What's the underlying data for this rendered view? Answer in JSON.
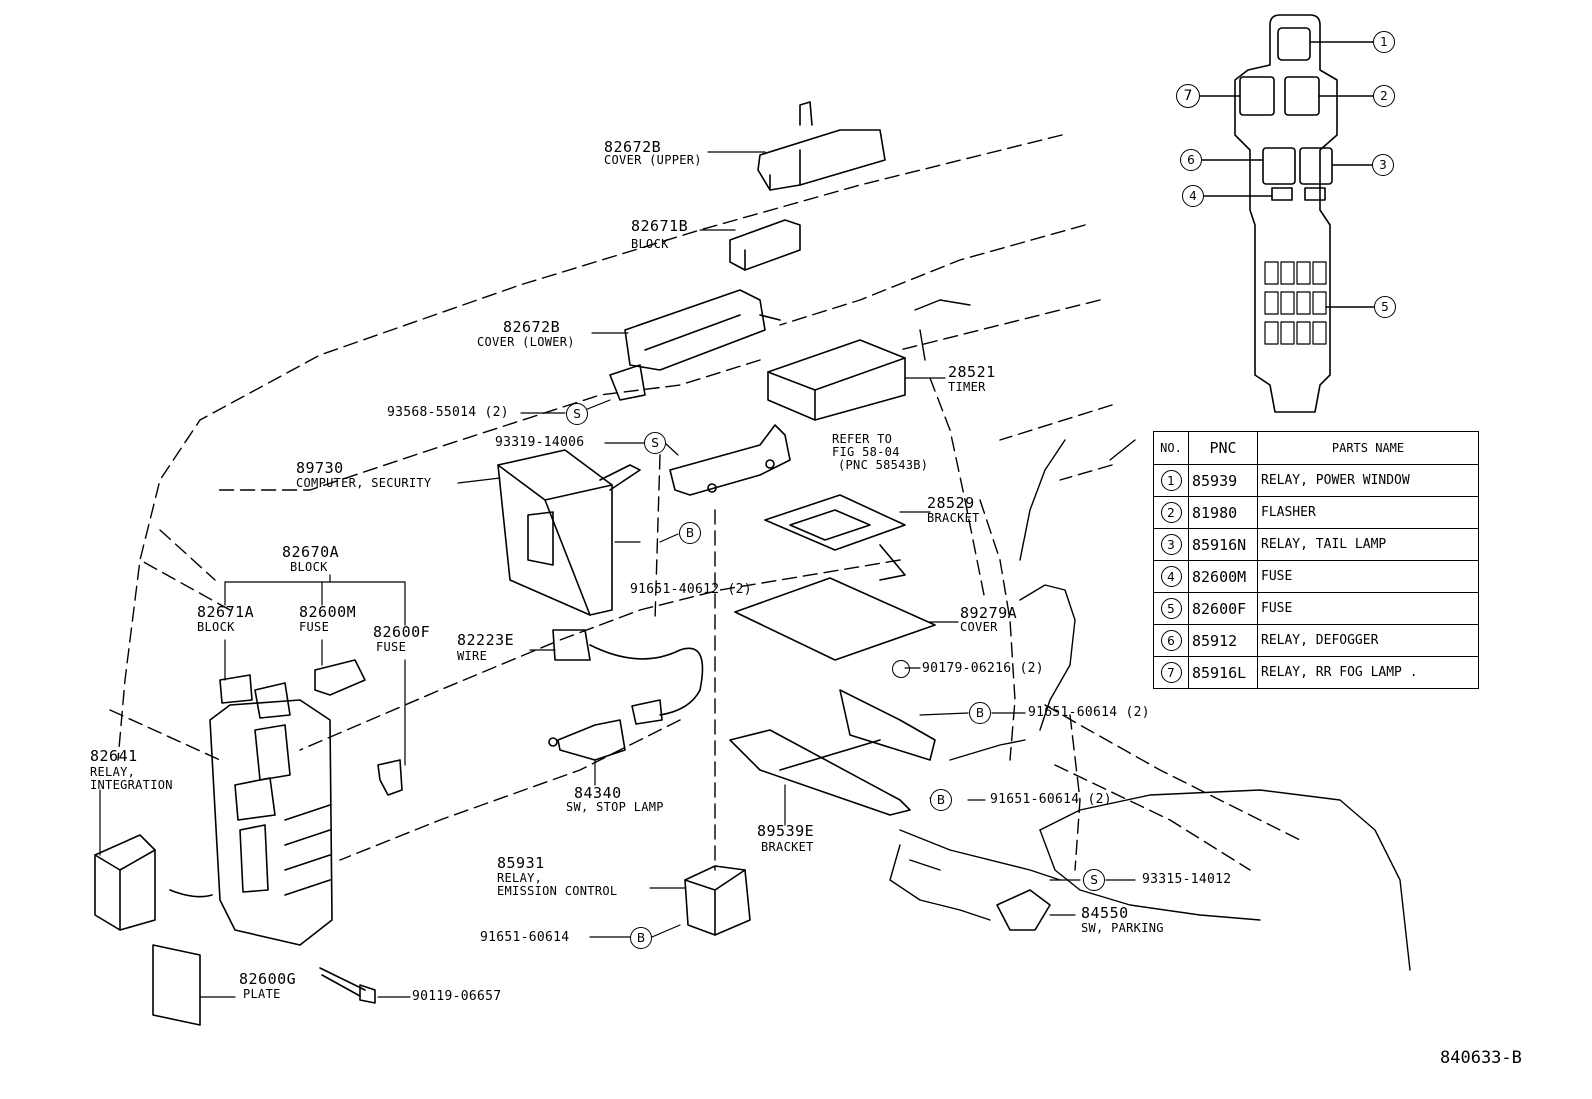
{
  "labels": {
    "p82672B_up": {
      "pn": "82672B",
      "name": "COVER (UPPER)"
    },
    "p82671B": {
      "pn": "82671B",
      "name": "BLOCK"
    },
    "p82672B_lo": {
      "pn": "82672B",
      "name": "COVER (LOWER)"
    },
    "p93568": {
      "pn": "93568-55014 (2)"
    },
    "p93319": {
      "pn": "93319-14006"
    },
    "p28521": {
      "pn": "28521",
      "name": "TIMER"
    },
    "pRefer": {
      "line1": "REFER TO",
      "line2": "FIG 58-04",
      "line3": "(PNC 58543B)"
    },
    "p89730": {
      "pn": "89730",
      "name": "COMPUTER, SECURITY"
    },
    "p28529": {
      "pn": "28529",
      "name": "BRACKET"
    },
    "p82670A": {
      "pn": "82670A",
      "name": "BLOCK"
    },
    "p91651_40612": {
      "pn": "91651-40612 (2)"
    },
    "p82671A": {
      "pn": "82671A",
      "name": "BLOCK"
    },
    "p82600M": {
      "pn": "82600M",
      "name": "FUSE"
    },
    "p82600F": {
      "pn": "82600F",
      "name": "FUSE"
    },
    "p82223E": {
      "pn": "82223E",
      "name": "WIRE"
    },
    "p89279A": {
      "pn": "89279A",
      "name": "COVER"
    },
    "p90179": {
      "pn": "90179-06216 (2)"
    },
    "p91651_60614a": {
      "pn": "91651-60614 (2)"
    },
    "p82641": {
      "pn": "82641",
      "name1": "RELAY,",
      "name2": "INTEGRATION"
    },
    "p84340": {
      "pn": "84340",
      "name": "SW, STOP LAMP"
    },
    "p91651_60614b": {
      "pn": "91651-60614 (2)"
    },
    "p89539E": {
      "pn": "89539E",
      "name": "BRACKET"
    },
    "p85931": {
      "pn": "85931",
      "name1": "RELAY,",
      "name2": "EMISSION CONTROL"
    },
    "p93315": {
      "pn": "93315-14012"
    },
    "p91651_60614c": {
      "pn": "91651-60614"
    },
    "p84550": {
      "pn": "84550",
      "name": "SW, PARKING"
    },
    "p82600G": {
      "pn": "82600G",
      "name": "PLATE"
    },
    "p90119": {
      "pn": "90119-06657"
    }
  },
  "symbols": {
    "s": "S",
    "b": "B"
  },
  "fuse_box_callouts": [
    "1",
    "2",
    "3",
    "4",
    "5",
    "6",
    "7"
  ],
  "parts_table": {
    "headers": {
      "no": "NO.",
      "pnc": "PNC",
      "name": "PARTS NAME"
    },
    "rows": [
      {
        "no": "1",
        "pnc": "85939",
        "name": "RELAY, POWER WINDOW"
      },
      {
        "no": "2",
        "pnc": "81980",
        "name": "FLASHER"
      },
      {
        "no": "3",
        "pnc": "85916N",
        "name": "RELAY, TAIL LAMP"
      },
      {
        "no": "4",
        "pnc": "82600M",
        "name": "FUSE"
      },
      {
        "no": "5",
        "pnc": "82600F",
        "name": "FUSE"
      },
      {
        "no": "6",
        "pnc": "85912",
        "name": "RELAY, DEFOGGER"
      },
      {
        "no": "7",
        "pnc": "85916L",
        "name": "RELAY, RR FOG LAMP ."
      }
    ]
  },
  "figure_code": "840633-B"
}
